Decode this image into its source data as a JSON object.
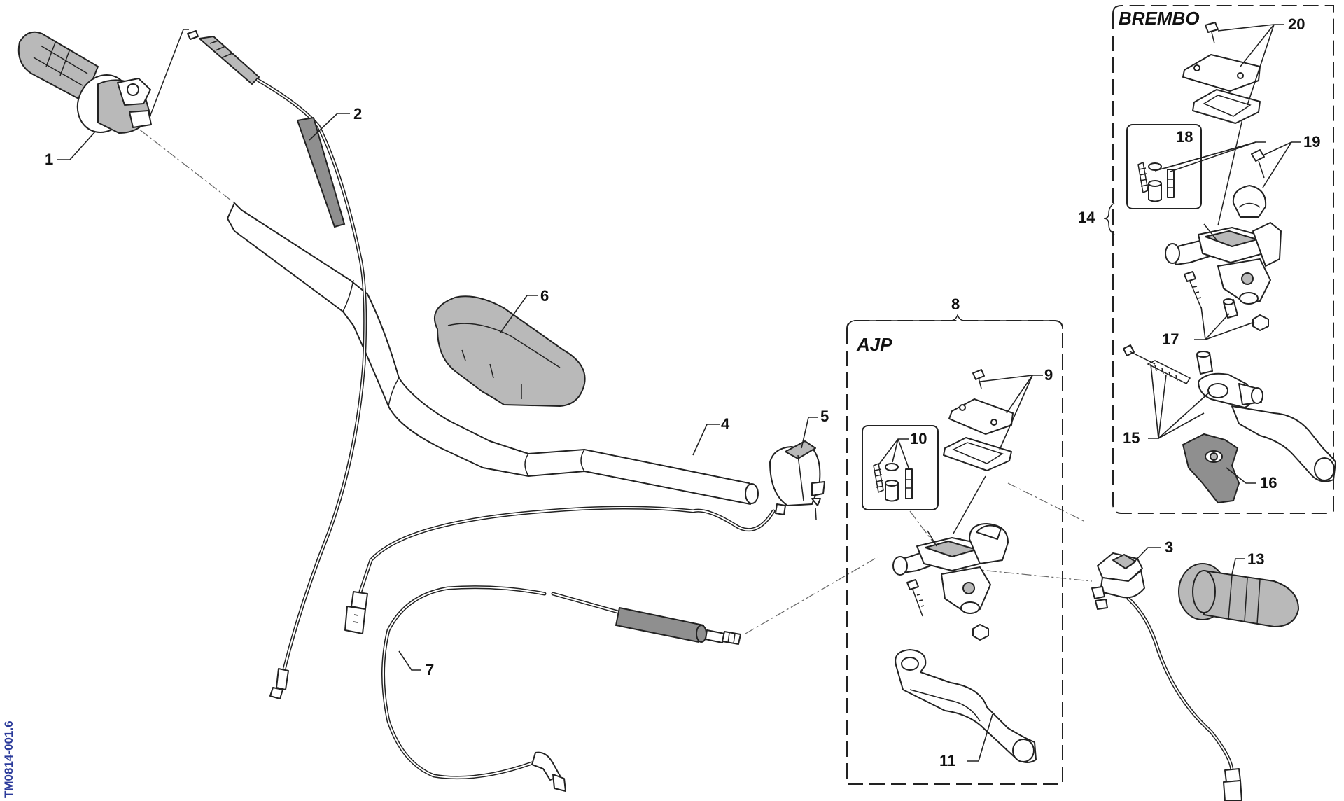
{
  "drawing": {
    "code": "TM0814-001.6",
    "groups": {
      "ajp": "AJP",
      "brembo": "BREMBO"
    },
    "callouts": {
      "c1": "1",
      "c2": "2",
      "c3": "3",
      "c4": "4",
      "c5": "5",
      "c6": "6",
      "c7": "7",
      "c8": "8",
      "c9": "9",
      "c10": "10",
      "c11": "11",
      "c13": "13",
      "c14": "14",
      "c15": "15",
      "c16": "16",
      "c17": "17",
      "c18": "18",
      "c19": "19",
      "c20": "20"
    },
    "colors": {
      "line": "#222222",
      "shade": "#b9b9b9",
      "code": "#2a3a9a"
    }
  }
}
